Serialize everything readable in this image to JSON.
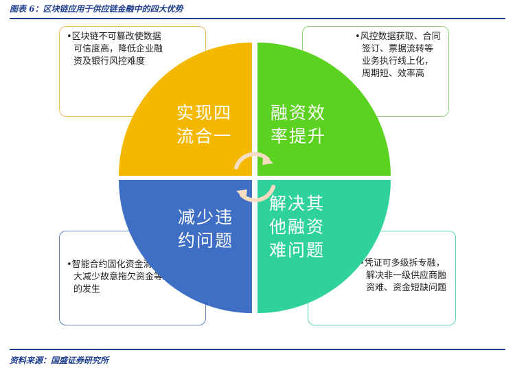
{
  "figure_title": "图表 6：区块链应用于供应链金融中的四大优势",
  "source": "资料来源：国盛证券研究所",
  "quadrants": {
    "top_left": {
      "label_lines": [
        "实现四",
        "流合一"
      ],
      "color": "#f5b800"
    },
    "top_right": {
      "label_lines": [
        "融资效",
        "率提升"
      ],
      "color": "#5bd21f"
    },
    "bottom_left": {
      "label_lines": [
        "减少违",
        "约问题"
      ],
      "color": "#3f6fc4"
    },
    "bottom_right": {
      "label_lines": [
        "解决其",
        "他融资",
        "难问题"
      ],
      "color": "#2fd29a"
    }
  },
  "notes": {
    "top_left": "•区块链不可篡改使数据可信度高，降低企业融资及银行风控难度",
    "top_right": "•风控数据获取、合同签订、票据流转等业务执行线上化，周期短、效率高",
    "bottom_left": "•智能合约固化资金清算路径，极大减少故意拖欠资金等违约行为的发生",
    "bottom_right": "•凭证可多级拆专融，解决非一级供应商融资难、资金短缺问题"
  },
  "colors": {
    "rule": "#1f3f8f",
    "arrow": "#f6dcc0"
  }
}
